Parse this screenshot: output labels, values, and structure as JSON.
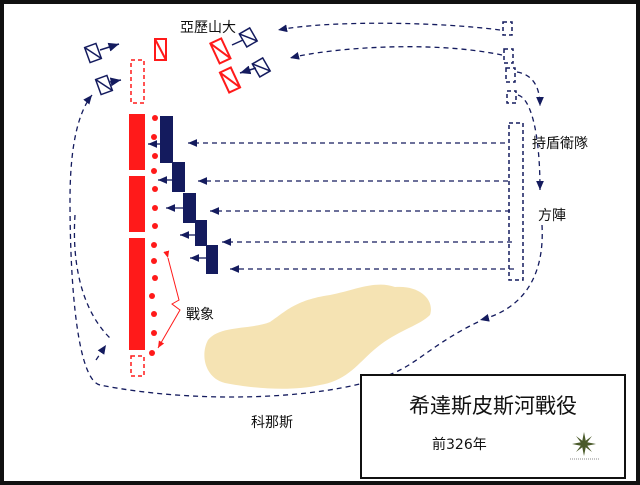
{
  "labels": {
    "alexander": "亞歷山大",
    "hypaspists": "持盾衛隊",
    "phalanx": "方陣",
    "elephants": "戰象",
    "coenus": "科那斯"
  },
  "title_box": {
    "title": "希達斯皮斯河戰役",
    "year": "前326年"
  },
  "colors": {
    "indian": "#ff1a1a",
    "macedonian": "#141b5e",
    "river_sand": "#f5e3b3"
  }
}
